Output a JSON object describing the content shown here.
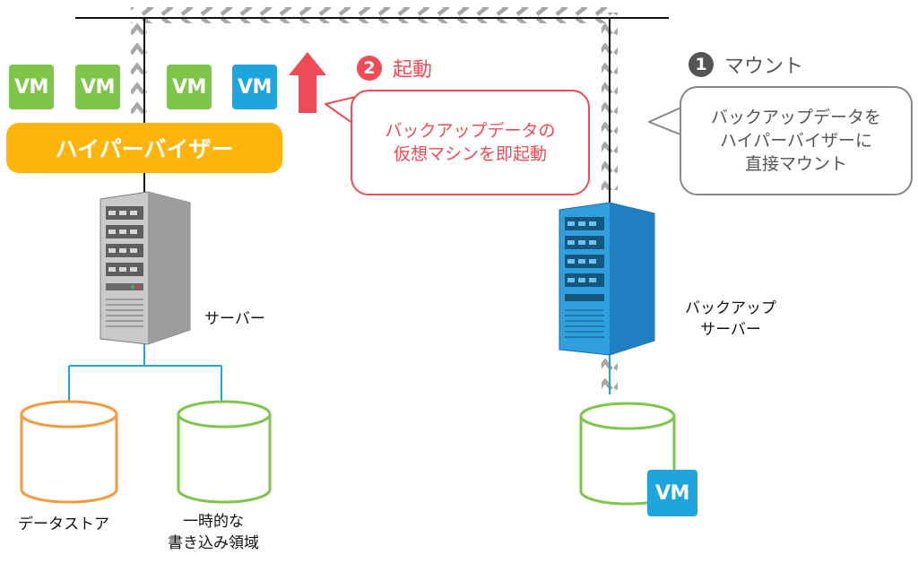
{
  "colors": {
    "green": "#7ec54a",
    "blue": "#1ea5de",
    "hypervisor": "#ffb40a",
    "red": "#ef4a55",
    "gray": "#878787",
    "orange": "#f39a3c",
    "network": "#1ea5de",
    "chevron": "#a7a7a7"
  },
  "vms": [
    {
      "label": "VM",
      "color": "green"
    },
    {
      "label": "VM",
      "color": "green"
    },
    {
      "label": "VM",
      "color": "green"
    },
    {
      "label": "VM",
      "color": "blue"
    }
  ],
  "hypervisor": {
    "label": "ハイパーバイザー"
  },
  "step_boot": {
    "number": "2",
    "label": "起動"
  },
  "step_mount": {
    "number": "1",
    "label": "マウント"
  },
  "bubble_boot": {
    "text": "バックアップデータの\n仮想マシンを即起動"
  },
  "bubble_mount": {
    "text": "バックアップデータを\nハイパーバイザーに\n直接マウント"
  },
  "server": {
    "label": "サーバー",
    "icon": "server-tower-gray-icon"
  },
  "backup_server": {
    "label": "バックアップ\nサーバー",
    "icon": "server-tower-blue-icon"
  },
  "datastore": {
    "label": "データストア",
    "icon": "database-orange-icon"
  },
  "write_area": {
    "label": "一時的な\n書き込み領域",
    "icon": "database-green-icon"
  },
  "backup_storage": {
    "icon": "database-green-icon"
  },
  "backup_vm": {
    "label": "VM"
  },
  "arrow_up": {
    "icon": "arrow-up-icon"
  }
}
